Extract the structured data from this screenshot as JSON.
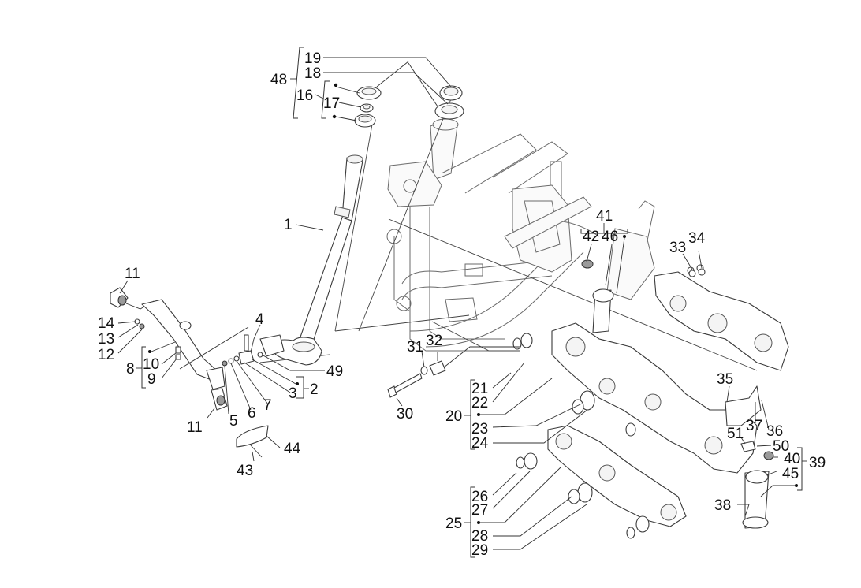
{
  "diagram": {
    "title": "Steering column / swing arm exploded parts diagram",
    "callouts": [
      {
        "id": "c48",
        "label": "48"
      },
      {
        "id": "c19",
        "label": "19"
      },
      {
        "id": "c18",
        "label": "18"
      },
      {
        "id": "c16",
        "label": "16"
      },
      {
        "id": "c17",
        "label": "17"
      },
      {
        "id": "c1",
        "label": "1"
      },
      {
        "id": "c11a",
        "label": "11"
      },
      {
        "id": "c14",
        "label": "14"
      },
      {
        "id": "c13",
        "label": "13"
      },
      {
        "id": "c12",
        "label": "12"
      },
      {
        "id": "c8",
        "label": "8"
      },
      {
        "id": "c10",
        "label": "10"
      },
      {
        "id": "c9",
        "label": "9"
      },
      {
        "id": "c4",
        "label": "4"
      },
      {
        "id": "c49",
        "label": "49"
      },
      {
        "id": "c2",
        "label": "2"
      },
      {
        "id": "c3",
        "label": "3"
      },
      {
        "id": "c5",
        "label": "5"
      },
      {
        "id": "c6",
        "label": "6"
      },
      {
        "id": "c7",
        "label": "7"
      },
      {
        "id": "c11b",
        "label": "11"
      },
      {
        "id": "c44",
        "label": "44"
      },
      {
        "id": "c43",
        "label": "43"
      },
      {
        "id": "c31",
        "label": "31"
      },
      {
        "id": "c32",
        "label": "32"
      },
      {
        "id": "c30",
        "label": "30"
      },
      {
        "id": "c21",
        "label": "21"
      },
      {
        "id": "c22",
        "label": "22"
      },
      {
        "id": "c20",
        "label": "20"
      },
      {
        "id": "c23",
        "label": "23"
      },
      {
        "id": "c24",
        "label": "24"
      },
      {
        "id": "c26",
        "label": "26"
      },
      {
        "id": "c27",
        "label": "27"
      },
      {
        "id": "c25",
        "label": "25"
      },
      {
        "id": "c28",
        "label": "28"
      },
      {
        "id": "c29",
        "label": "29"
      },
      {
        "id": "c41",
        "label": "41"
      },
      {
        "id": "c42",
        "label": "42"
      },
      {
        "id": "c46",
        "label": "46"
      },
      {
        "id": "c33",
        "label": "33"
      },
      {
        "id": "c34",
        "label": "34"
      },
      {
        "id": "c35",
        "label": "35"
      },
      {
        "id": "c37",
        "label": "37"
      },
      {
        "id": "c36",
        "label": "36"
      },
      {
        "id": "c51",
        "label": "51"
      },
      {
        "id": "c50",
        "label": "50"
      },
      {
        "id": "c40",
        "label": "40"
      },
      {
        "id": "c39",
        "label": "39"
      },
      {
        "id": "c45",
        "label": "45"
      },
      {
        "id": "c38",
        "label": "38"
      }
    ],
    "groups": [
      {
        "parent": "48",
        "members": [
          "19",
          "18",
          "16"
        ]
      },
      {
        "parent": "16",
        "members": [
          "17"
        ]
      },
      {
        "parent": "8",
        "members": [
          "10",
          "9"
        ]
      },
      {
        "parent": "2",
        "members": [
          "3"
        ]
      },
      {
        "parent": "20",
        "members": [
          "21",
          "22",
          "23",
          "24"
        ]
      },
      {
        "parent": "25",
        "members": [
          "26",
          "27",
          "28",
          "29"
        ]
      },
      {
        "parent": "41",
        "members": [
          "42",
          "46"
        ]
      },
      {
        "parent": "39",
        "members": [
          "40",
          "45"
        ]
      }
    ]
  }
}
